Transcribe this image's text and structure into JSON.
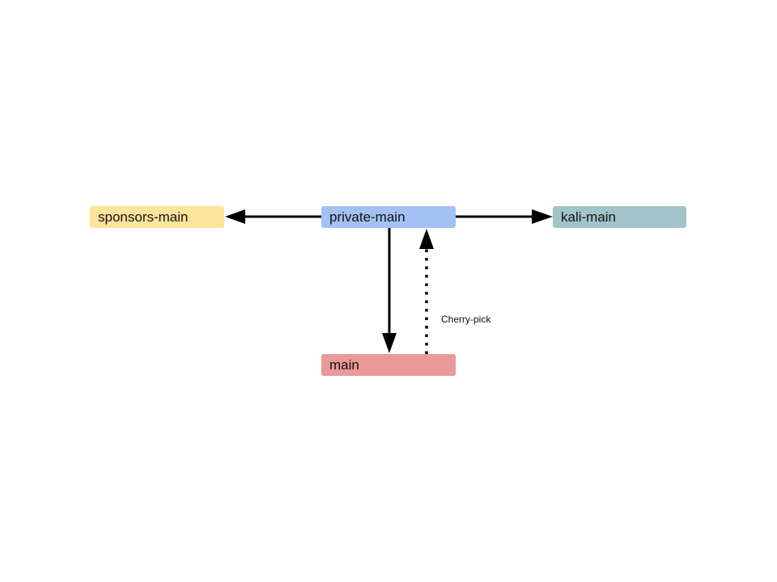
{
  "nodes": {
    "sponsors": {
      "label": "sponsors-main",
      "color": "#fde49c"
    },
    "private": {
      "label": "private-main",
      "color": "#a4c1f4"
    },
    "kali": {
      "label": "kali-main",
      "color": "#a2c4c9"
    },
    "main": {
      "label": "main",
      "color": "#ea9999"
    }
  },
  "edges": [
    {
      "from": "private-main",
      "to": "sponsors-main",
      "style": "solid"
    },
    {
      "from": "private-main",
      "to": "kali-main",
      "style": "solid"
    },
    {
      "from": "private-main",
      "to": "main",
      "style": "solid"
    },
    {
      "from": "main",
      "to": "private-main",
      "style": "dotted",
      "label": "Cherry-pick"
    }
  ],
  "edge_color": "#000000"
}
